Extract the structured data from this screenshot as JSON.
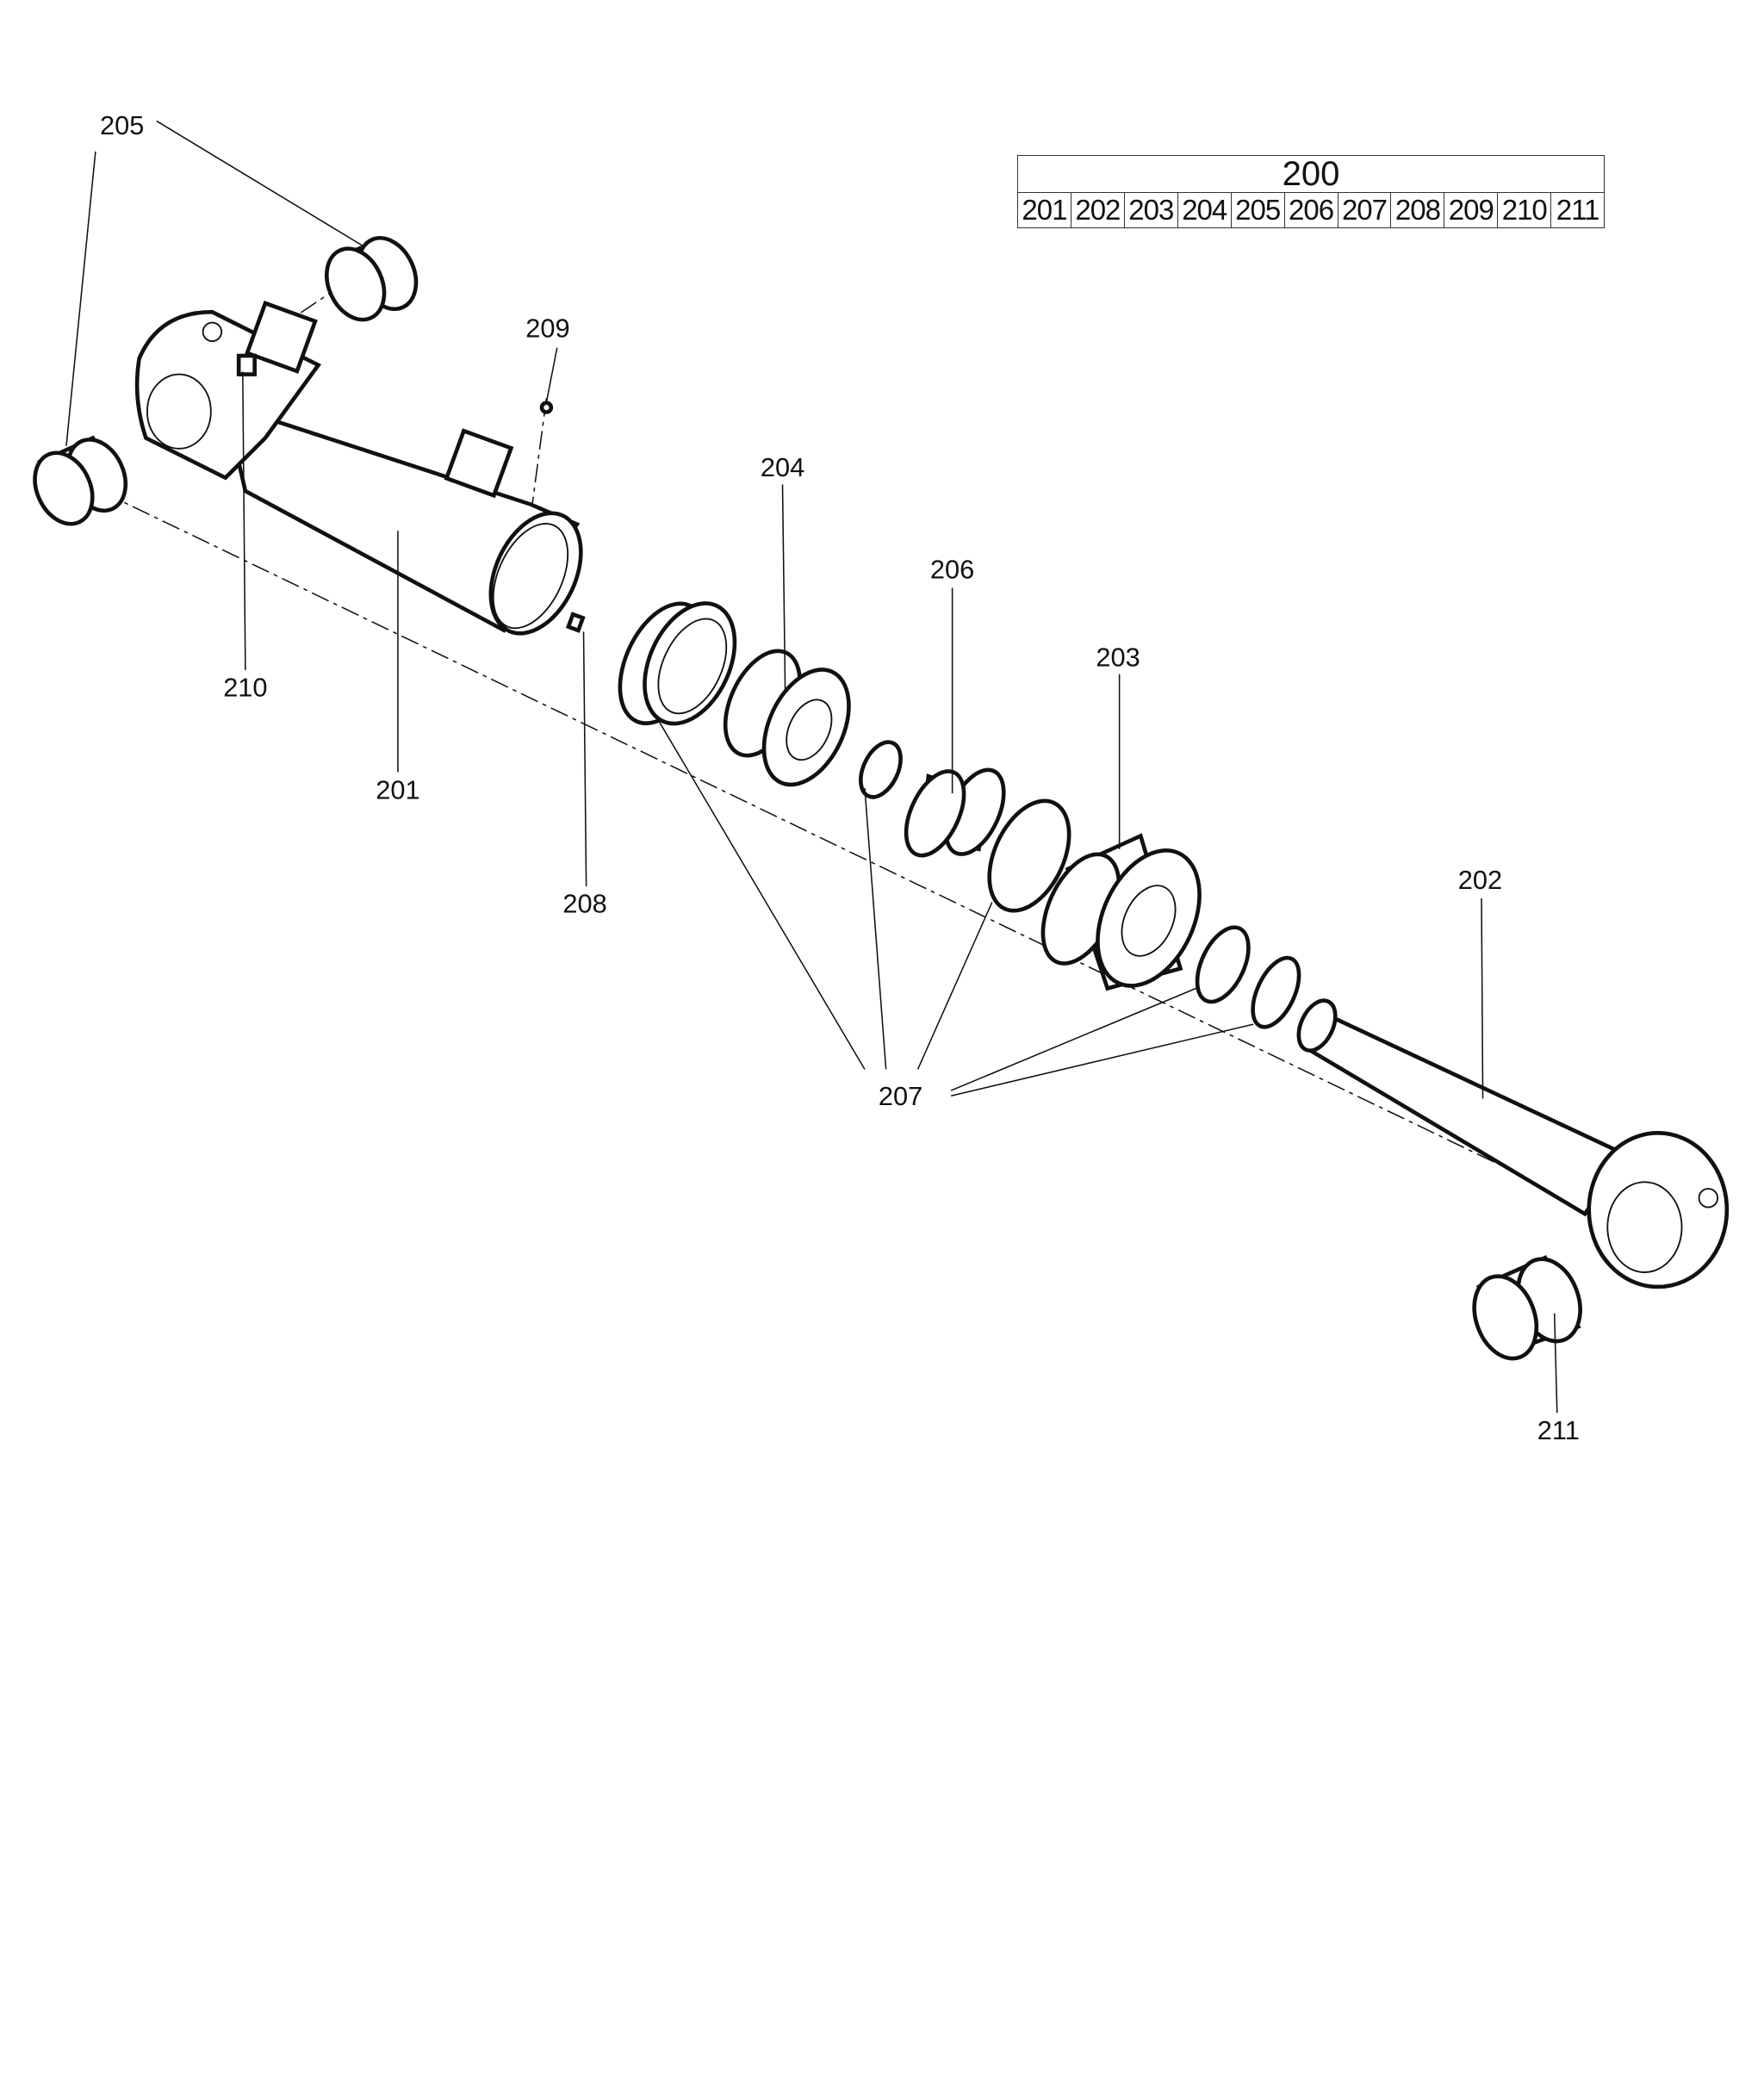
{
  "table": {
    "assembly": "200",
    "parts": [
      "201",
      "202",
      "203",
      "204",
      "205",
      "206",
      "207",
      "208",
      "209",
      "210",
      "211"
    ]
  },
  "callouts": {
    "c205": "205",
    "c209": "209",
    "c204": "204",
    "c206": "206",
    "c203": "203",
    "c210": "210",
    "c201": "201",
    "c208": "208",
    "c202": "202",
    "c207": "207",
    "c211": "211"
  }
}
